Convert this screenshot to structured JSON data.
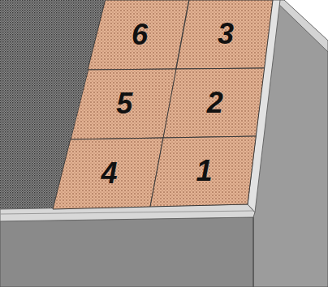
{
  "diagram": {
    "nodes": [
      {
        "text": [
          "6"
        ]
      },
      {
        "text": [
          "3"
        ]
      },
      {
        "text": [
          "5"
        ]
      },
      {
        "text": [
          "2"
        ]
      },
      {
        "text": [
          "4"
        ]
      },
      {
        "text": [
          "1"
        ]
      }
    ]
  }
}
